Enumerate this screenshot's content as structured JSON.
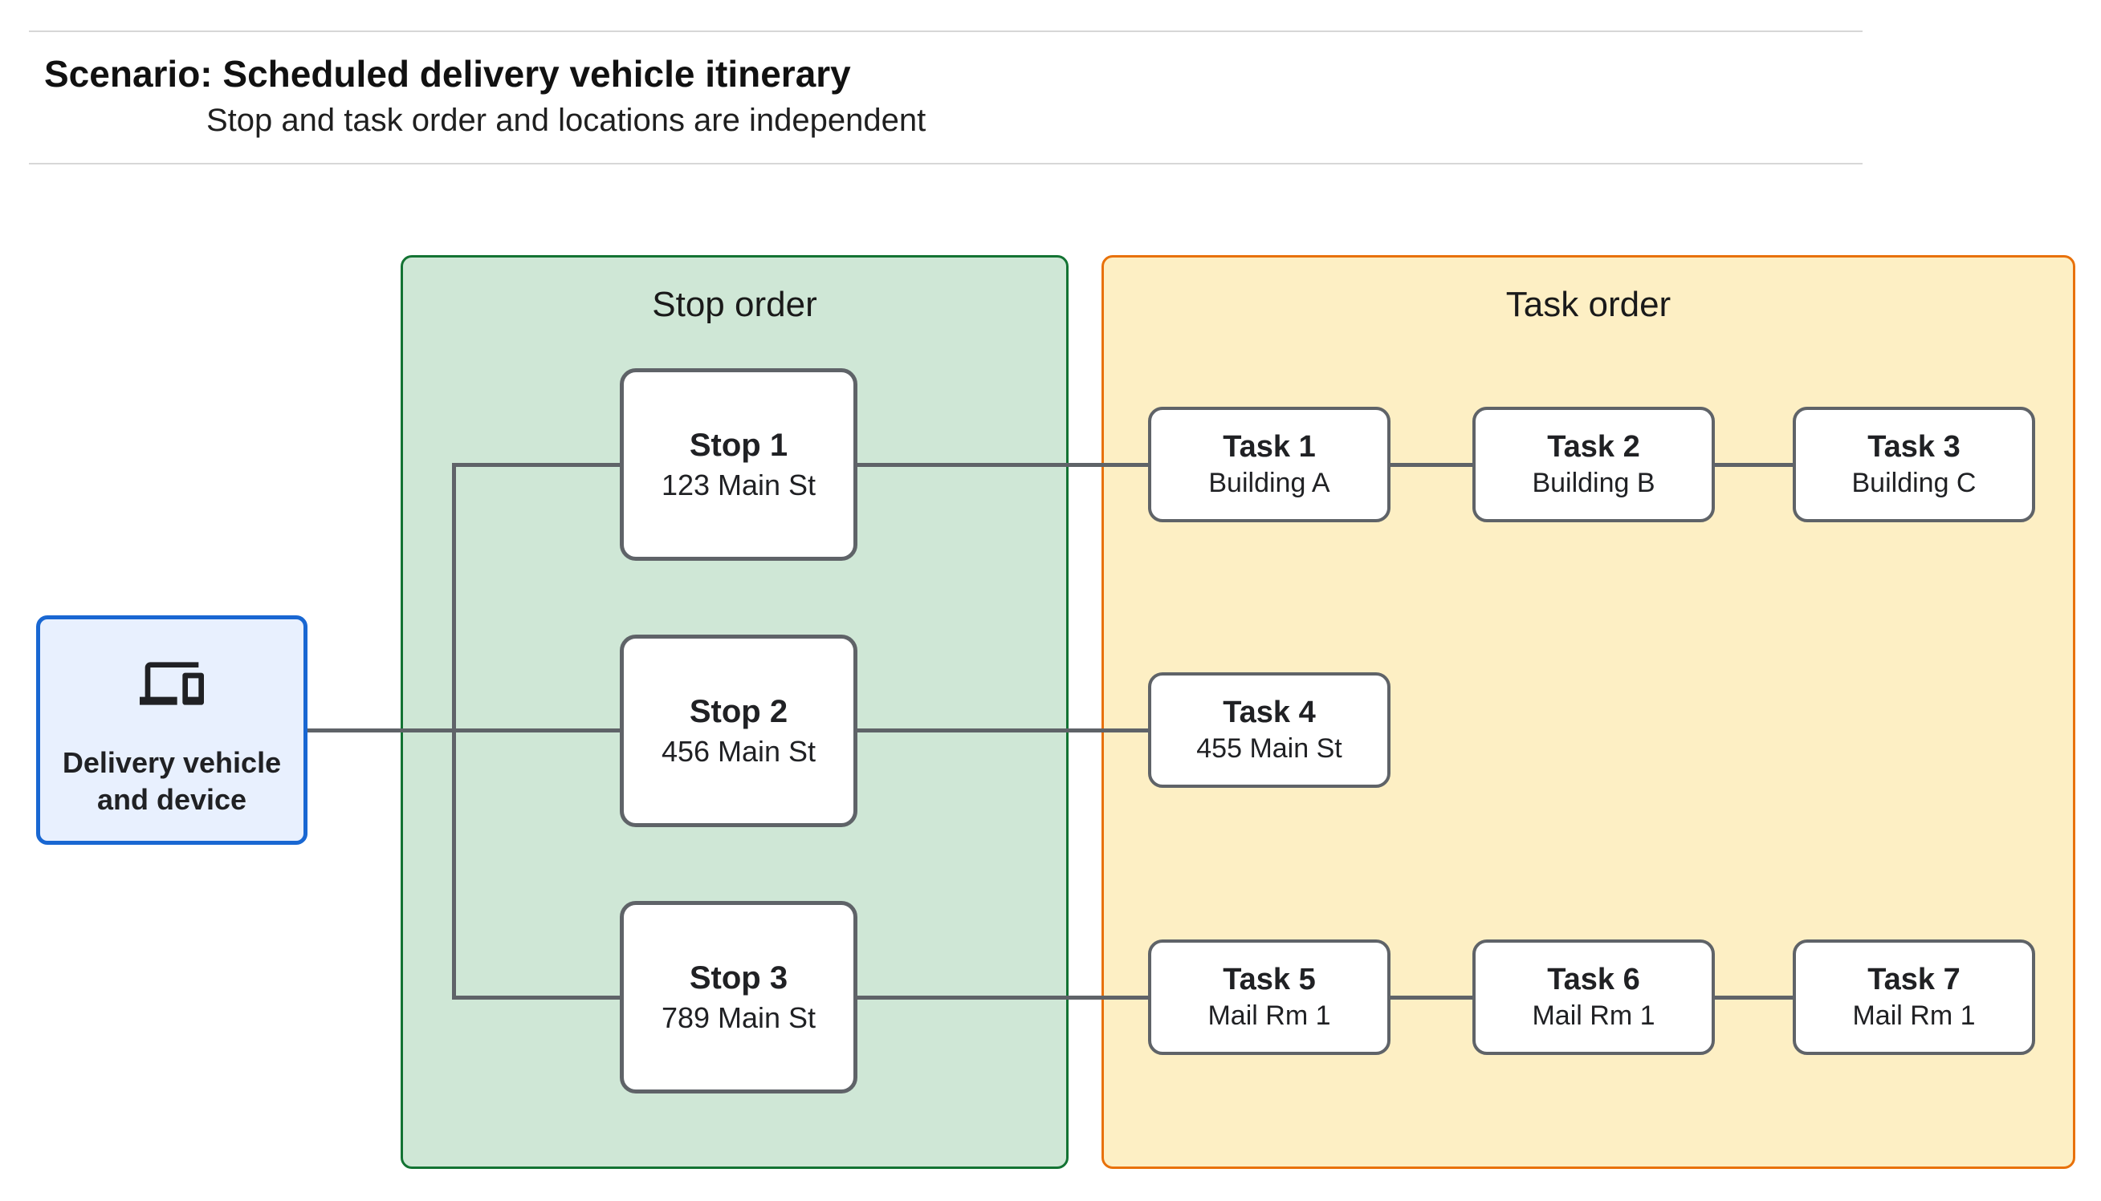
{
  "header": {
    "title": "Scenario: Scheduled delivery vehicle itinerary",
    "subtitle": "Stop and task order and locations are independent"
  },
  "vehicle": {
    "icon": "devices-icon",
    "label_line1": "Delivery vehicle",
    "label_line2": "and device"
  },
  "stop_panel": {
    "title": "Stop order",
    "fill_color": "#cfe7d6",
    "border_color": "#137333",
    "stops": [
      {
        "title": "Stop 1",
        "subtitle": "123 Main St"
      },
      {
        "title": "Stop 2",
        "subtitle": "456 Main St"
      },
      {
        "title": "Stop 3",
        "subtitle": "789 Main St"
      }
    ]
  },
  "task_panel": {
    "title": "Task order",
    "fill_color": "#fdefc4",
    "border_color": "#e8710a",
    "rows": [
      [
        {
          "title": "Task 1",
          "subtitle": "Building A"
        },
        {
          "title": "Task 2",
          "subtitle": "Building B"
        },
        {
          "title": "Task 3",
          "subtitle": "Building C"
        }
      ],
      [
        {
          "title": "Task 4",
          "subtitle": "455 Main St"
        }
      ],
      [
        {
          "title": "Task 5",
          "subtitle": "Mail Rm 1"
        },
        {
          "title": "Task 6",
          "subtitle": "Mail Rm 1"
        },
        {
          "title": "Task 7",
          "subtitle": "Mail Rm 1"
        }
      ]
    ]
  },
  "edges": [
    "vehicle -> stop-trunk",
    "stop-trunk -> stop-1",
    "stop-trunk -> stop-2",
    "stop-trunk -> stop-3",
    "stop-1 -> task-1",
    "task-1 -> task-2",
    "task-2 -> task-3",
    "stop-2 -> task-4",
    "stop-3 -> task-5",
    "task-5 -> task-6",
    "task-6 -> task-7"
  ],
  "colors": {
    "vehicle_fill": "#e8f0fe",
    "vehicle_border": "#1967d2",
    "node_border": "#5f6368",
    "connector": "#5f6368",
    "divider": "#d7d7d7"
  }
}
